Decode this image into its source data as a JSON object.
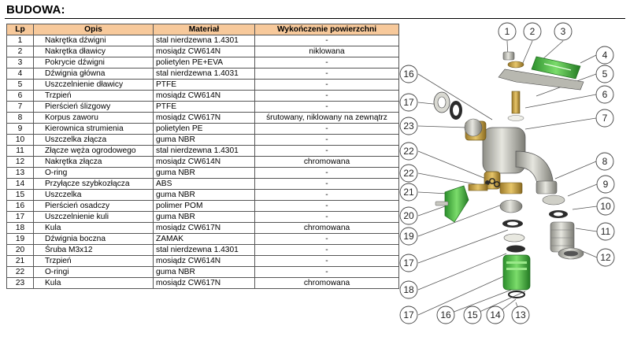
{
  "page": {
    "heading": "BUDOWA:"
  },
  "table": {
    "headers": {
      "lp": "Lp",
      "opis": "Opis",
      "material": "Materiał",
      "surface": "Wykończenie powierzchni"
    },
    "rows": [
      {
        "lp": "1",
        "opis": "Nakrętka dźwigni",
        "material": "stal nierdzewna 1.4301",
        "surface": "-"
      },
      {
        "lp": "2",
        "opis": "Nakrętka dławicy",
        "material": "mosiądz CW614N",
        "surface": "niklowana"
      },
      {
        "lp": "3",
        "opis": "Pokrycie dźwigni",
        "material": "polietylen PE+EVA",
        "surface": "-"
      },
      {
        "lp": "4",
        "opis": "Dźwignia główna",
        "material": "stal nierdzewna 1.4031",
        "surface": "-"
      },
      {
        "lp": "5",
        "opis": "Uszczelnienie dławicy",
        "material": "PTFE",
        "surface": "-"
      },
      {
        "lp": "6",
        "opis": "Trzpień",
        "material": "mosiądz CW614N",
        "surface": "-"
      },
      {
        "lp": "7",
        "opis": "Pierścień ślizgowy",
        "material": "PTFE",
        "surface": "-"
      },
      {
        "lp": "8",
        "opis": "Korpus zaworu",
        "material": "mosiądz CW617N",
        "surface": "śrutowany, niklowany na zewnątrz"
      },
      {
        "lp": "9",
        "opis": "Kierownica strumienia",
        "material": "polietylen PE",
        "surface": "-"
      },
      {
        "lp": "10",
        "opis": "Uszczelka złącza",
        "material": "guma NBR",
        "surface": "-"
      },
      {
        "lp": "11",
        "opis": "Złącze węża ogrodowego",
        "material": "stal nierdzewna 1.4301",
        "surface": "-"
      },
      {
        "lp": "12",
        "opis": "Nakrętka złącza",
        "material": "mosiądz CW614N",
        "surface": "chromowana"
      },
      {
        "lp": "13",
        "opis": "O-ring",
        "material": "guma NBR",
        "surface": "-"
      },
      {
        "lp": "14",
        "opis": "Przyłącze szybkozłącza",
        "material": "ABS",
        "surface": "-"
      },
      {
        "lp": "15",
        "opis": "Uszczelka",
        "material": "guma NBR",
        "surface": "-"
      },
      {
        "lp": "16",
        "opis": "Pierścień osadczy",
        "material": "polimer POM",
        "surface": "-"
      },
      {
        "lp": "17",
        "opis": "Uszczelnienie kuli",
        "material": "guma NBR",
        "surface": "-"
      },
      {
        "lp": "18",
        "opis": "Kula",
        "material": "mosiądz CW617N",
        "surface": "chromowana"
      },
      {
        "lp": "19",
        "opis": "Dźwignia boczna",
        "material": "ZAMAK",
        "surface": "-"
      },
      {
        "lp": "20",
        "opis": "Śruba M3x12",
        "material": "stal nierdzewna 1.4301",
        "surface": "-"
      },
      {
        "lp": "21",
        "opis": "Trzpień",
        "material": "mosiądz CW614N",
        "surface": "-"
      },
      {
        "lp": "22",
        "opis": "O-ringi",
        "material": "guma NBR",
        "surface": "-"
      },
      {
        "lp": "23",
        "opis": "Kula",
        "material": "mosiądz CW617N",
        "surface": "chromowana"
      }
    ]
  },
  "diagram": {
    "callouts": [
      "1",
      "2",
      "3",
      "4",
      "5",
      "6",
      "7",
      "8",
      "9",
      "10",
      "11",
      "12",
      "13",
      "14",
      "15",
      "16",
      "17",
      "17",
      "17",
      "18",
      "19",
      "20",
      "21",
      "22",
      "22",
      "23"
    ],
    "colors": {
      "accent_green": "#3fb43f",
      "lever_green": "#4cc24c",
      "body_metal": "#b8b8b0",
      "header_fill": "#f7c99b"
    }
  }
}
